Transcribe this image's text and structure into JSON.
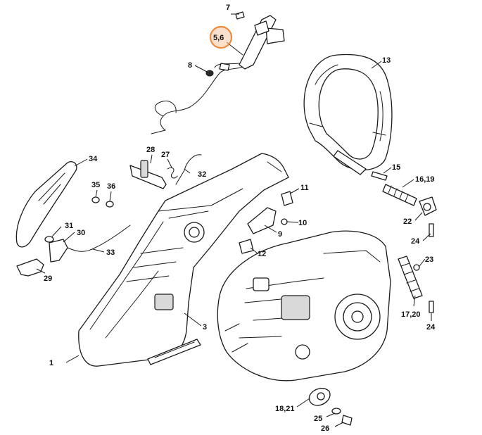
{
  "diagram": {
    "highlight_color": "#f08a3c",
    "callouts": [
      {
        "id": "c1",
        "label": "1"
      },
      {
        "id": "c3",
        "label": "3"
      },
      {
        "id": "c5-6",
        "label": "5,6",
        "highlighted": true
      },
      {
        "id": "c7",
        "label": "7"
      },
      {
        "id": "c8",
        "label": "8"
      },
      {
        "id": "c9",
        "label": "9"
      },
      {
        "id": "c10",
        "label": "10"
      },
      {
        "id": "c11",
        "label": "11"
      },
      {
        "id": "c12",
        "label": "12"
      },
      {
        "id": "c13",
        "label": "13"
      },
      {
        "id": "c15",
        "label": "15"
      },
      {
        "id": "c16-19",
        "label": "16,19"
      },
      {
        "id": "c17-20",
        "label": "17,20"
      },
      {
        "id": "c18-21",
        "label": "18,21"
      },
      {
        "id": "c22",
        "label": "22"
      },
      {
        "id": "c23",
        "label": "23"
      },
      {
        "id": "c24a",
        "label": "24"
      },
      {
        "id": "c24b",
        "label": "24"
      },
      {
        "id": "c25",
        "label": "25"
      },
      {
        "id": "c26",
        "label": "26"
      },
      {
        "id": "c27",
        "label": "27"
      },
      {
        "id": "c28",
        "label": "28"
      },
      {
        "id": "c29",
        "label": "29"
      },
      {
        "id": "c30",
        "label": "30"
      },
      {
        "id": "c31",
        "label": "31"
      },
      {
        "id": "c32",
        "label": "32"
      },
      {
        "id": "c33",
        "label": "33"
      },
      {
        "id": "c34",
        "label": "34"
      },
      {
        "id": "c35",
        "label": "35"
      },
      {
        "id": "c36",
        "label": "36"
      }
    ]
  }
}
